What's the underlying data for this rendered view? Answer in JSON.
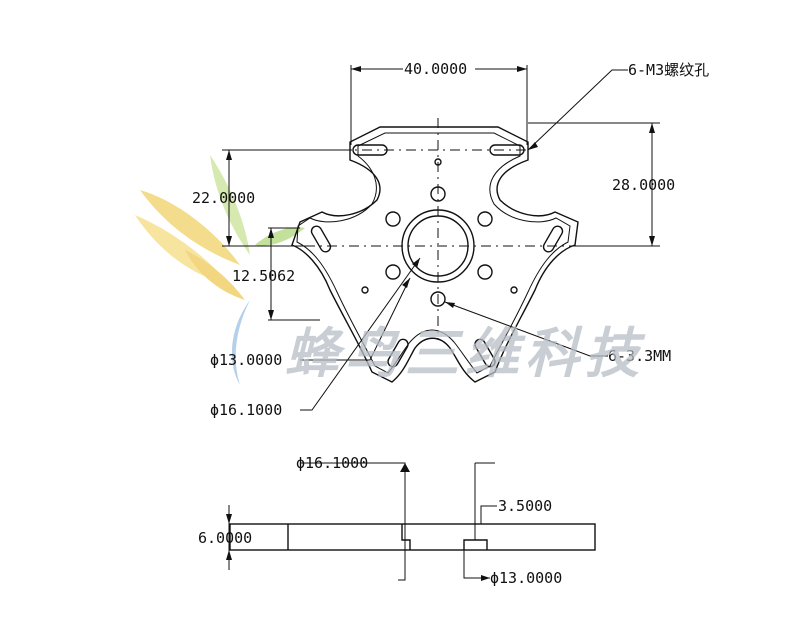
{
  "top_view": {
    "dim_width": "40.0000",
    "dim_height_right": "28.0000",
    "dim_height_left": "22.0000",
    "dim_offset": "12.5062",
    "dia_inner": "ϕ13.0000",
    "dia_outer": "ϕ16.1000",
    "tapped_holes": "6-M3螺纹孔",
    "through_holes": "6-3.3MM"
  },
  "side_view": {
    "thickness": "6.0000",
    "dia_outer": "ϕ16.1000",
    "dia_inner": "ϕ13.0000",
    "step": "3.5000"
  },
  "watermark": {
    "text": "蜂鸟三维科技"
  },
  "colors": {
    "line": "#111111",
    "watermark_text": "#b7bec6",
    "leaf_yellow": "#f3d77a",
    "leaf_green": "#b9dc8a",
    "leaf_blue": "#a9c8e8"
  }
}
